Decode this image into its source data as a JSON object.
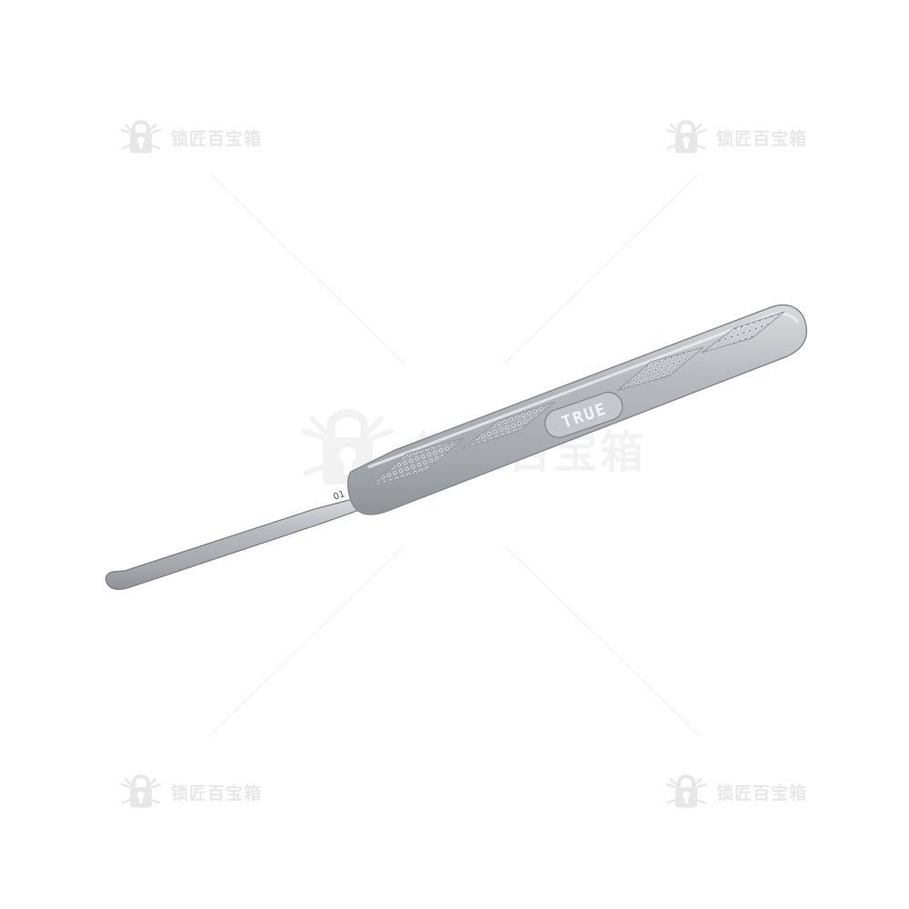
{
  "watermark": {
    "text": "锁匠百宝箱",
    "color": "#c8c8c8",
    "logo_icon": "lock-with-wrench-icon"
  },
  "product": {
    "name": "lock-pick-hook-tool",
    "brand_stamp": "TRUE",
    "size_mark": "01",
    "metal_color": "#b2b5b9",
    "edge_color": "#808489"
  },
  "background": {
    "color": "#ffffff"
  }
}
